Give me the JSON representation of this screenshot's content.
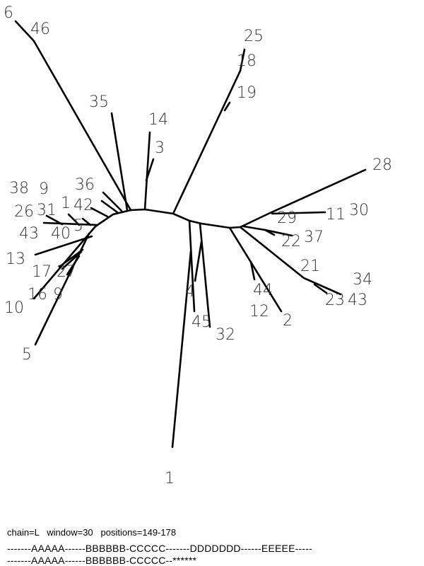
{
  "tree": {
    "leaves": [
      "6",
      "46",
      "25",
      "18",
      "19",
      "35",
      "14",
      "3",
      "28",
      "36",
      "42",
      "1",
      "5",
      "31",
      "9",
      "40",
      "26",
      "43",
      "38",
      "29",
      "11",
      "30",
      "22",
      "37",
      "13",
      "21",
      "17",
      "27",
      "9",
      "16",
      "44",
      "12",
      "2",
      "4",
      "23",
      "43",
      "34",
      "10",
      "45",
      "32",
      "5",
      "1"
    ]
  },
  "footer": {
    "info": "chain=L   window=30   positions=149-178",
    "seq1": "-------AAAAA------BBBBBB-CCCCC-------DDDDDDD------EEEEE-----",
    "seq2": "-------AAAAA------BBBBBB-CCCCC--******"
  }
}
